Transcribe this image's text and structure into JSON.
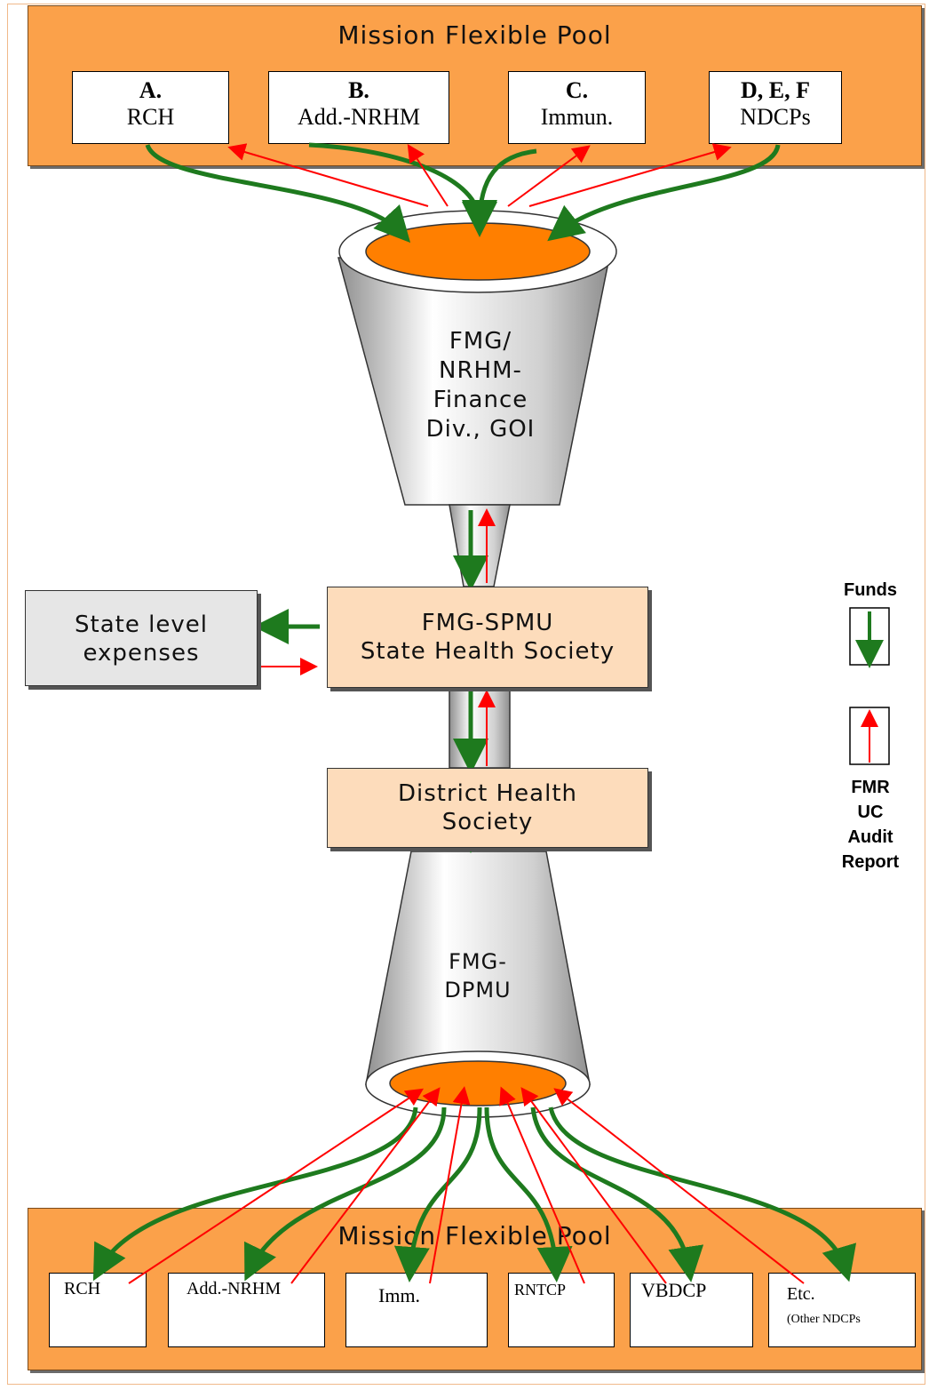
{
  "top_pool": {
    "title": "Mission Flexible Pool",
    "items": [
      {
        "code": "A.",
        "name": "RCH"
      },
      {
        "code": "B.",
        "name": "Add.-NRHM"
      },
      {
        "code": "C.",
        "name": "Immun."
      },
      {
        "code": "D, E, F",
        "name": "NDCPs"
      }
    ]
  },
  "top_funnel": {
    "label_lines": [
      "FMG/",
      "NRHM-",
      "Finance",
      "Div., GOI"
    ]
  },
  "state_expenses": {
    "line1": "State level",
    "line2": "expenses"
  },
  "spmu": {
    "line1": "FMG-SPMU",
    "line2": "State Health Society"
  },
  "district": {
    "line1": "District Health",
    "line2": "Society"
  },
  "bottom_funnel": {
    "label_lines": [
      "FMG-",
      "DPMU"
    ]
  },
  "legend": {
    "funds": "Funds",
    "reports": [
      "FMR",
      "UC",
      "Audit",
      "Report"
    ]
  },
  "bottom_pool": {
    "title": "Mission Flexible Pool",
    "items": [
      "RCH",
      "Add.-NRHM",
      "Imm.",
      "RNTCP",
      "VBDCP",
      "Etc."
    ],
    "note": "(Other NDCPs"
  },
  "colors": {
    "funds": "#1e7a1e",
    "reports": "#ff0000",
    "pool": "#fba14a",
    "funnel_top": "#ff7f00"
  }
}
